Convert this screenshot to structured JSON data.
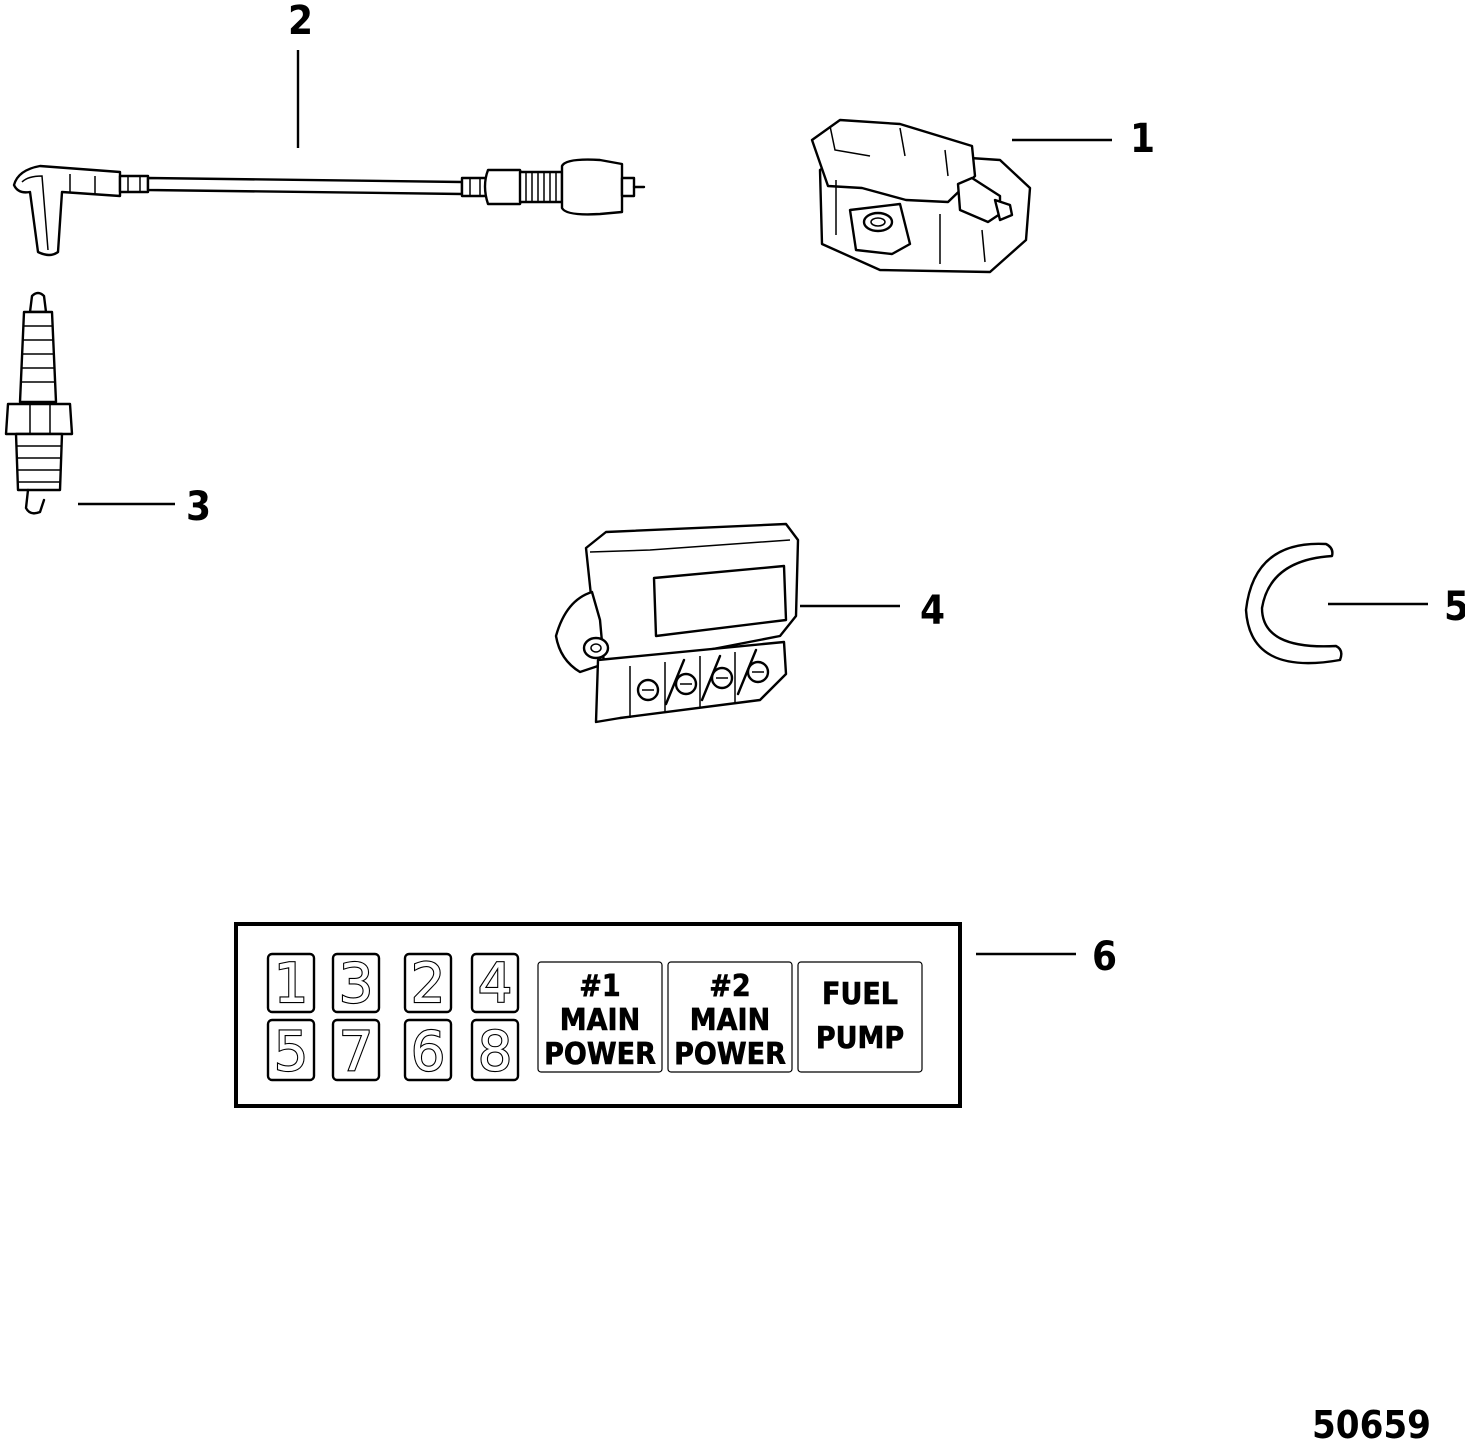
{
  "callouts": {
    "c1": "1",
    "c2": "2",
    "c3": "3",
    "c4": "4",
    "c5": "5",
    "c6": "6"
  },
  "decal": {
    "numbers_top": [
      "1",
      "3",
      "2",
      "4"
    ],
    "numbers_bottom": [
      "5",
      "7",
      "6",
      "8"
    ],
    "fuse1": {
      "line1": "#1",
      "line2": "MAIN",
      "line3": "POWER"
    },
    "fuse2": {
      "line1": "#2",
      "line2": "MAIN",
      "line3": "POWER"
    },
    "fuse3": {
      "line1": "FUEL",
      "line2": "PUMP"
    }
  },
  "figure_number": "50659"
}
